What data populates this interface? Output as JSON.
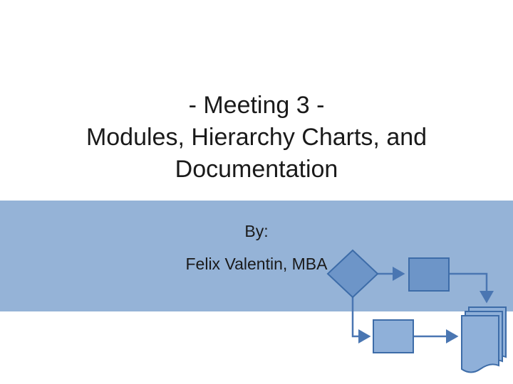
{
  "slide": {
    "title_lines": [
      "- Meeting 3 -",
      "Modules, Hierarchy Charts, and",
      "Documentation"
    ],
    "subtitle_lines": [
      "By:",
      "Felix Valentin, MBA"
    ]
  },
  "colors": {
    "band": "#95b3d7",
    "shape_fill": "#6d95c8",
    "shape_fill_light": "#8fb0d9",
    "shape_stroke": "#3d6ca8",
    "arrow": "#4a76b2"
  },
  "icons": {
    "flowchart": "flowchart-decoration"
  }
}
